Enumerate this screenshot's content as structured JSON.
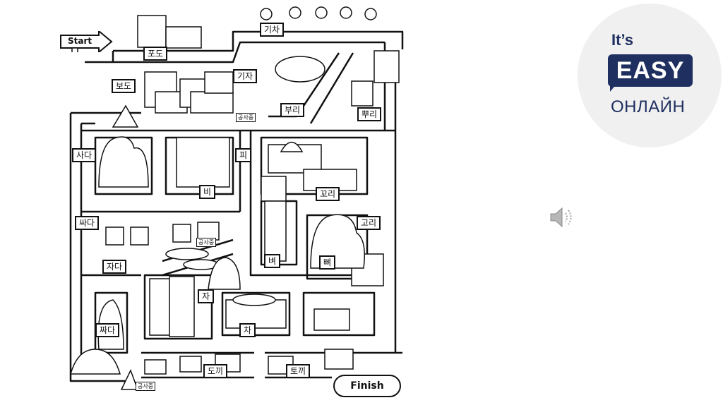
{
  "map": {
    "start": "Start",
    "finish": "Finish",
    "signs": [
      {
        "label": "기차"
      },
      {
        "label": "포도"
      },
      {
        "label": "보도"
      },
      {
        "label": "기자"
      },
      {
        "label": "공사중"
      },
      {
        "label": "부리"
      },
      {
        "label": "뿌리"
      },
      {
        "label": "사다"
      },
      {
        "label": "피"
      },
      {
        "label": "비"
      },
      {
        "label": "꼬리"
      },
      {
        "label": "싸다"
      },
      {
        "label": "고리"
      },
      {
        "label": "공사중"
      },
      {
        "label": "자다"
      },
      {
        "label": "벼"
      },
      {
        "label": "뼈"
      },
      {
        "label": "자"
      },
      {
        "label": "짜다"
      },
      {
        "label": "차"
      },
      {
        "label": "공사중"
      },
      {
        "label": "도끼"
      },
      {
        "label": "토끼"
      }
    ]
  },
  "logo": {
    "its": "It’s",
    "easy": "EASY",
    "sub": "ОНЛАЙН",
    "color": "#1f3060"
  },
  "audio": {
    "icon": "speaker-icon"
  }
}
